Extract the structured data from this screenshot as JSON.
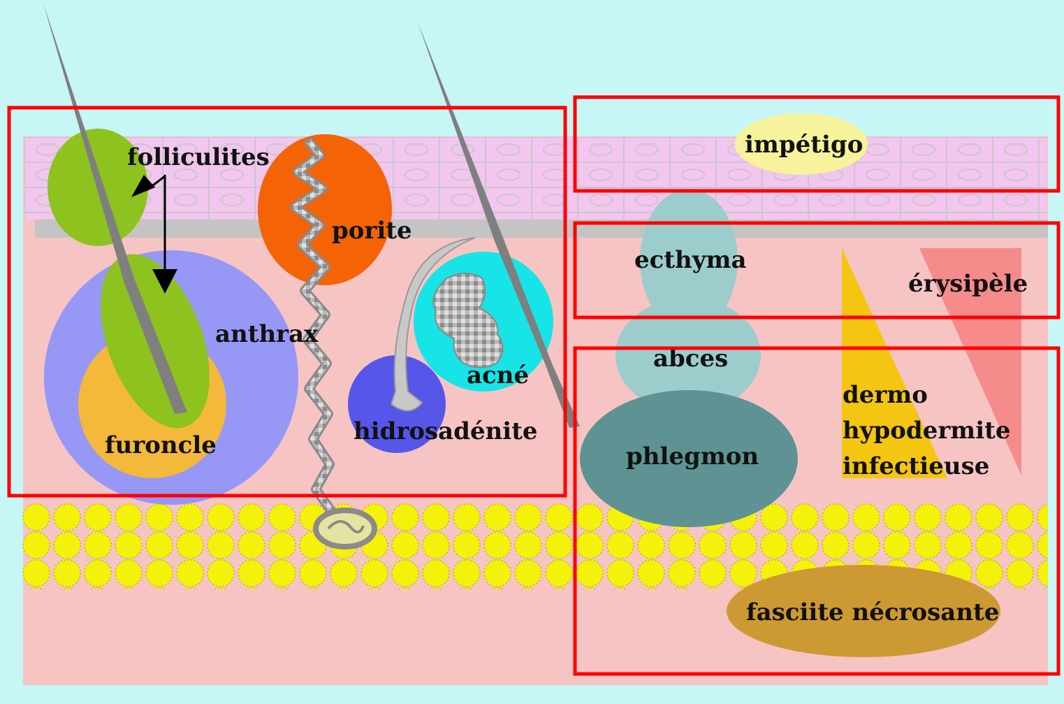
{
  "labels": {
    "folliculites": "folliculites",
    "porite": "porite",
    "anthrax": "anthrax",
    "furoncle": "furoncle",
    "acne": "acné",
    "hidrosadenite": "hidrosadénite",
    "impetigo": "impétigo",
    "ecthyma": "ecthyma",
    "erysipele": "érysipèle",
    "abces": "abces",
    "phlegmon": "phlegmon",
    "dermo_line1": "dermo",
    "dermo_line2": "hypodermite",
    "dermo_line3": "infectieuse",
    "fasciite": "fasciite nécrosante"
  },
  "colors": {
    "background": "#c6f6f6",
    "dermis": "#f7c4c4",
    "epidermis": "#f2c6ef",
    "basal_layer": "#c4c4c4",
    "fat": "#f4f20a",
    "hair": "#7f7f7f",
    "folliculites": "#8dc21f",
    "furoncle": "#f4b83a",
    "anthrax": "#9797f6",
    "porite": "#f46306",
    "acne": "#17e4e6",
    "hidrosadenite": "#5656e8",
    "impetigo": "#f6f39c",
    "ecthyma_abces": "#9ccccc",
    "phlegmon": "#5f9393",
    "dermo": "#f4c511",
    "erysipele": "#f68b8b",
    "fasciite": "#cd9933",
    "highlight_box": "#ff0000"
  },
  "icons": [
    "arrow-icon",
    "hair-icon",
    "sweat-duct-icon",
    "sweat-gland-icon"
  ]
}
